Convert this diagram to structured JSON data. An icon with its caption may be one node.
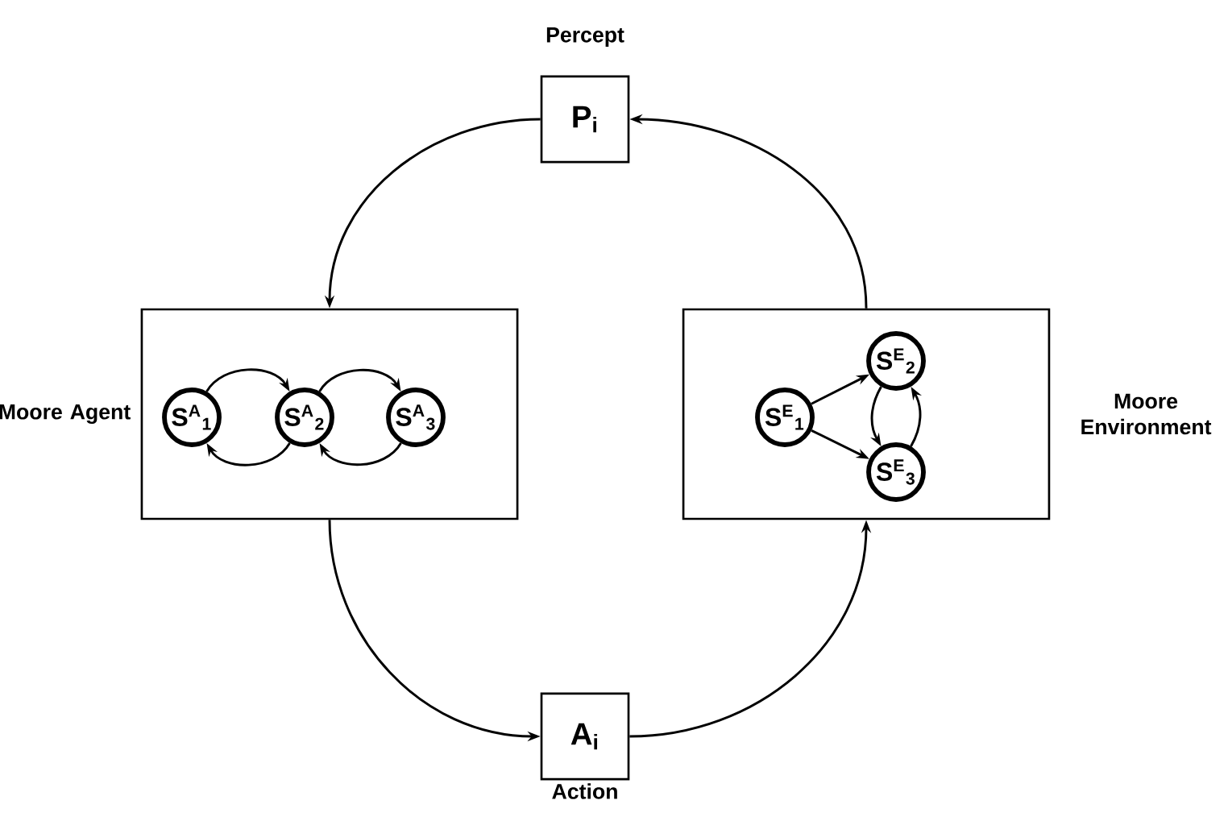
{
  "diagram": {
    "nodes": [
      {
        "text": [],
        "shape": "box",
        "beside": [
          "Moore Agent"
        ]
      },
      {
        "text": [
          "S$^{A}$$_{1}$"
        ],
        "in": 0
      },
      {
        "text": [
          "S$^{A}$$_{2}$"
        ],
        "in": 0
      },
      {
        "text": [
          "S$^{A}$$_{3}$"
        ],
        "in": 0
      },
      {
        "text": [],
        "shape": "box",
        "beside": [
          "Moore Environment"
        ]
      },
      {
        "text": [
          "S$^{E}$$_{1}$"
        ],
        "in": 4
      },
      {
        "text": [
          "S$^{E}$$_{2}$"
        ],
        "in": 4
      },
      {
        "text": [
          "S$^{E}$$_{3}$"
        ],
        "in": 4
      },
      {
        "text": [
          "P$_{i}$"
        ],
        "beside": [
          "Percept"
        ]
      },
      {
        "text": [
          "A$_{i}$"
        ],
        "beside": [
          "Action"
        ]
      }
    ],
    "edges": [
      {
        "from": 1,
        "to": 2,
        "arrow": "to"
      },
      {
        "from": 2,
        "to": 3,
        "arrow": "to"
      },
      {
        "from": 3,
        "to": 2,
        "arrow": "to"
      },
      {
        "from": 2,
        "to": 1,
        "arrow": "to"
      },
      {
        "from": 5,
        "to": 6,
        "arrow": "to"
      },
      {
        "from": 5,
        "to": 7,
        "arrow": "to"
      },
      {
        "from": 6,
        "to": 7,
        "arrow": "to"
      },
      {
        "from": 7,
        "to": 6,
        "arrow": "to"
      },
      {
        "from": 4,
        "to": 8,
        "arrow": "to"
      },
      {
        "from": 8,
        "to": 0,
        "arrow": "to"
      },
      {
        "from": 0,
        "to": 9,
        "arrow": "to"
      },
      {
        "from": 9,
        "to": 4,
        "arrow": "to"
      }
    ]
  }
}
